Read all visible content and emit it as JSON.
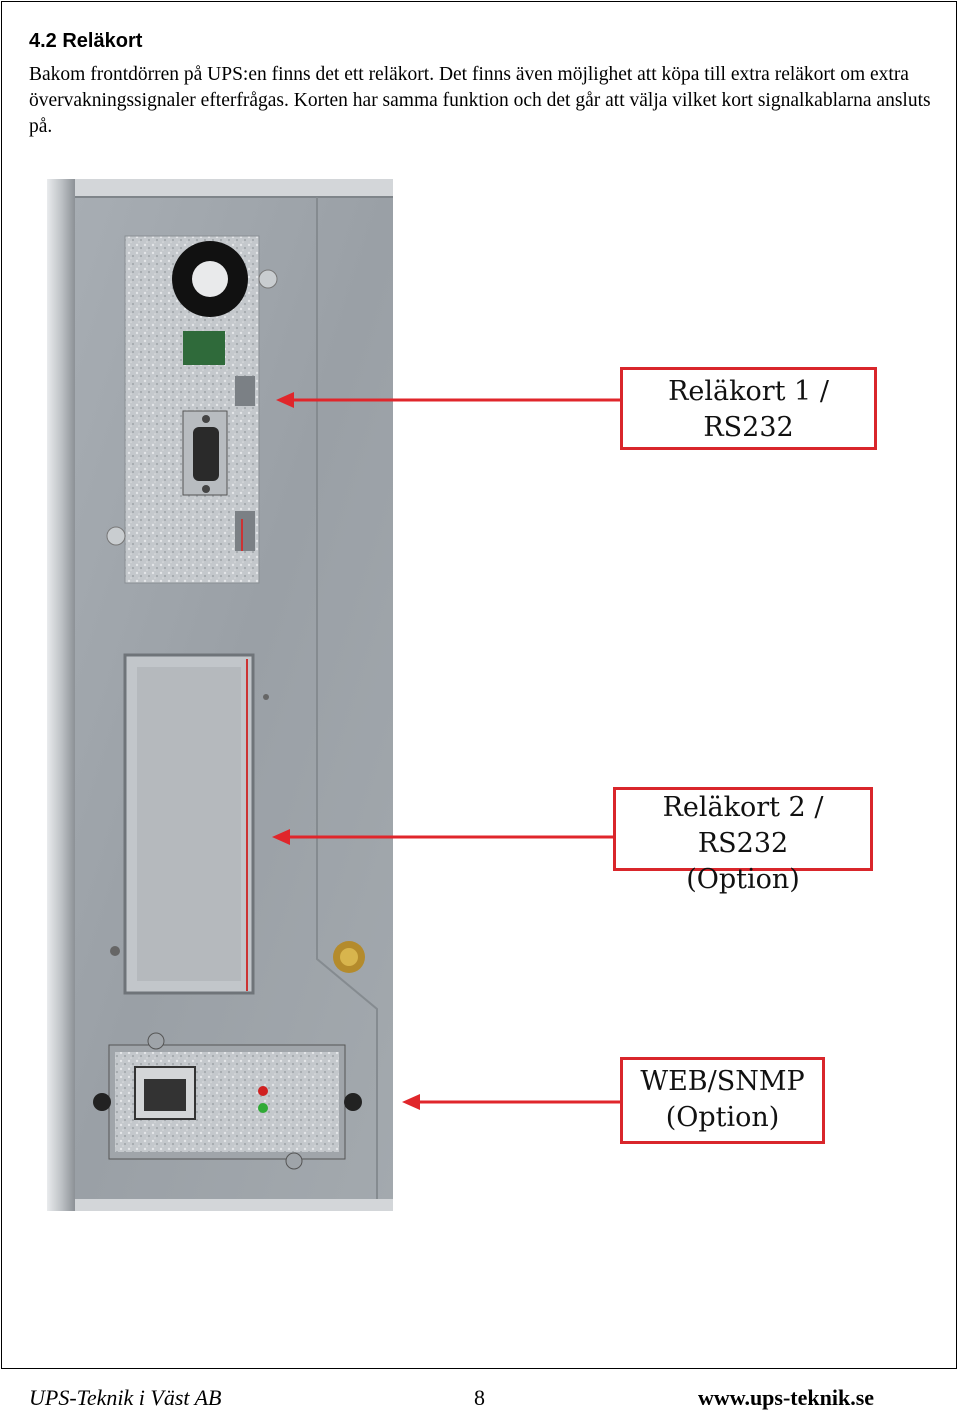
{
  "document": {
    "heading": "4.2 Reläkort",
    "paragraph": "Bakom frontdörren på UPS:en finns det ett reläkort. Det finns även möjlighet att köpa till extra reläkort om extra övervakningssignaler efterfrågas. Korten har samma funktion och det går att välja vilket kort signalkablarna ansluts på."
  },
  "callouts": [
    {
      "line1": "Reläkort 1 / RS232",
      "line2": ""
    },
    {
      "line1": "Reläkort 2 / RS232",
      "line2": "(Option)"
    },
    {
      "line1": "WEB/SNMP",
      "line2": "(Option)"
    }
  ],
  "footer": {
    "company": "UPS-Teknik i Väst AB",
    "page_number": "8",
    "website": "www.ups-teknik.se"
  },
  "colors": {
    "callout_border": "#d9262b",
    "arrow": "#e0262b"
  }
}
